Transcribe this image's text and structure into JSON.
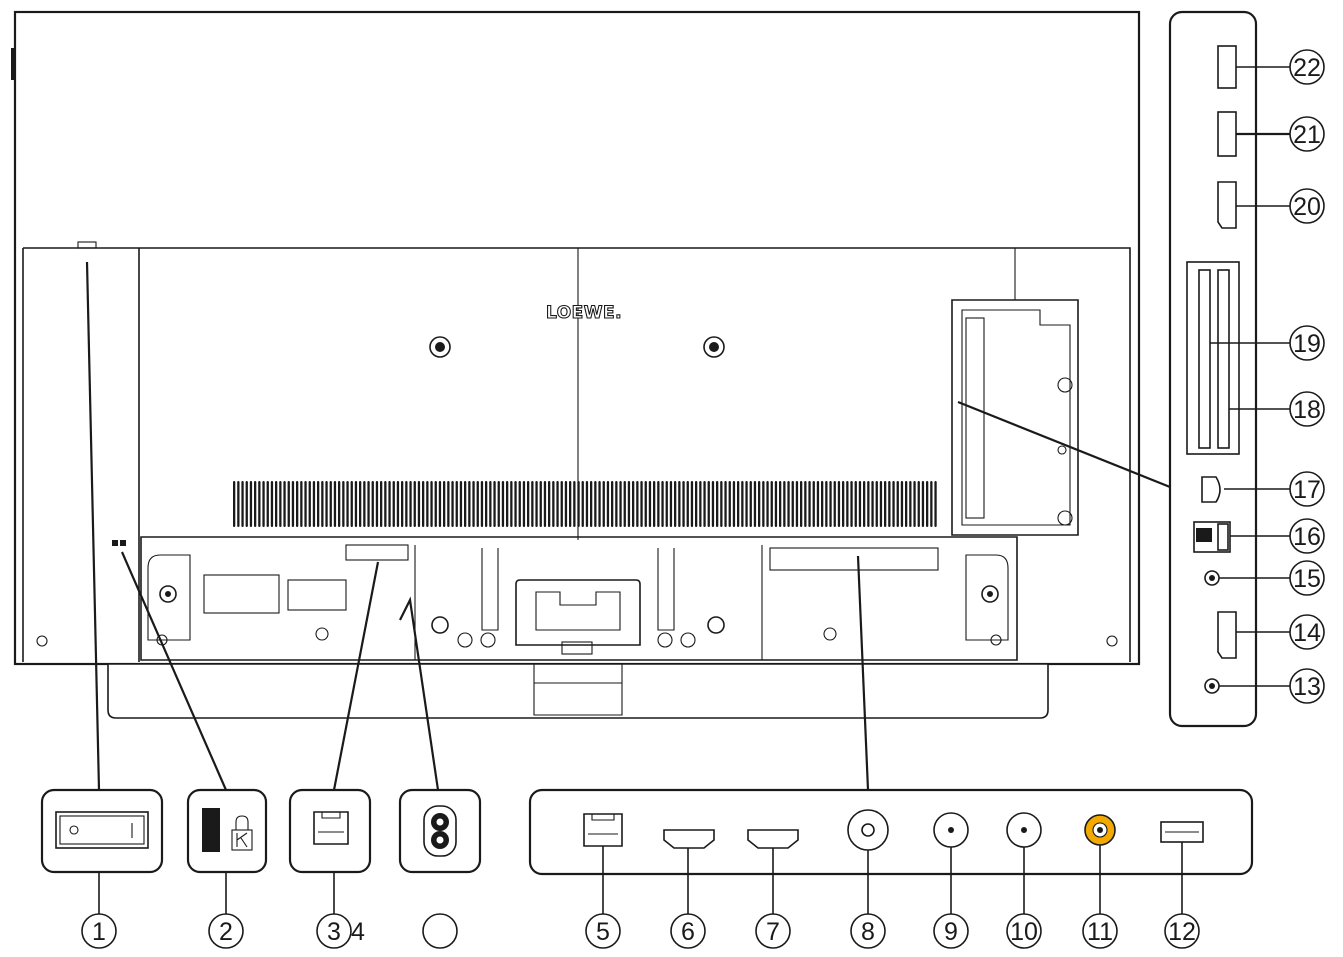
{
  "brand": {
    "logo": "LOEWE."
  },
  "callouts": [
    "1",
    "2",
    "3",
    "5",
    "6",
    "7",
    "8",
    "9",
    "10",
    "11",
    "12",
    "13",
    "14",
    "15",
    "16",
    "17",
    "18",
    "19",
    "20",
    "21",
    "22"
  ],
  "callout_extra": "4",
  "icons": {
    "power-switch": "power-switch-icon",
    "kensington-lock": "kensington-lock-icon",
    "lan-port": "ethernet-port-icon",
    "mains-socket": "mains-socket-icon",
    "hdmi": "hdmi-port-icon",
    "antenna": "antenna-socket-icon",
    "cinch": "rca-jack-icon",
    "usb": "usb-port-icon",
    "ci-slot": "ci-slot-icon",
    "headphone": "audio-jack-icon",
    "usb-b": "usb-b-port-icon"
  },
  "colors": {
    "line": "#1a1a1a",
    "accent_cinch": "#f2a900",
    "background": "#ffffff"
  }
}
